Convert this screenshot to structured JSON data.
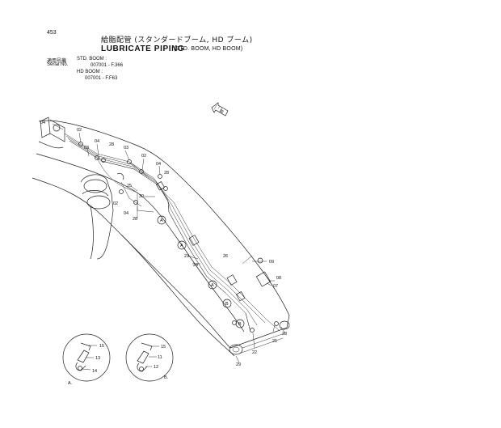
{
  "header": {
    "page_number": "453",
    "title_jp": "給脂配管 (スタンダードブーム, HD ブーム)",
    "title_en": "LUBRICATE PIPING",
    "title_en_sub": "(STD. BOOM, HD BOOM)"
  },
  "serial": {
    "label_jp": "適用号機",
    "label_en": "Serial No.",
    "std_boom": "STD. BOOM :",
    "std_range": "007001 - F.366",
    "hd_boom": "HD BOOM :",
    "hd_range": "007001 - F.F63"
  },
  "parts": {
    "p02": "02",
    "p03": "03",
    "p04": "04",
    "p07": "07",
    "p08": "08",
    "p09": "09",
    "p11": "11",
    "p12": "12",
    "p13": "13",
    "p14": "14",
    "p15": "15",
    "p21": "21",
    "p22": "22",
    "p23": "23",
    "p24": "24",
    "p25": "25",
    "p26": "26",
    "p28": "28",
    "p29": "29",
    "p30": "30"
  },
  "callouts": {
    "a": "A",
    "b": "B",
    "detail_a": "A.",
    "detail_b": "B."
  },
  "arrow_label": "前"
}
